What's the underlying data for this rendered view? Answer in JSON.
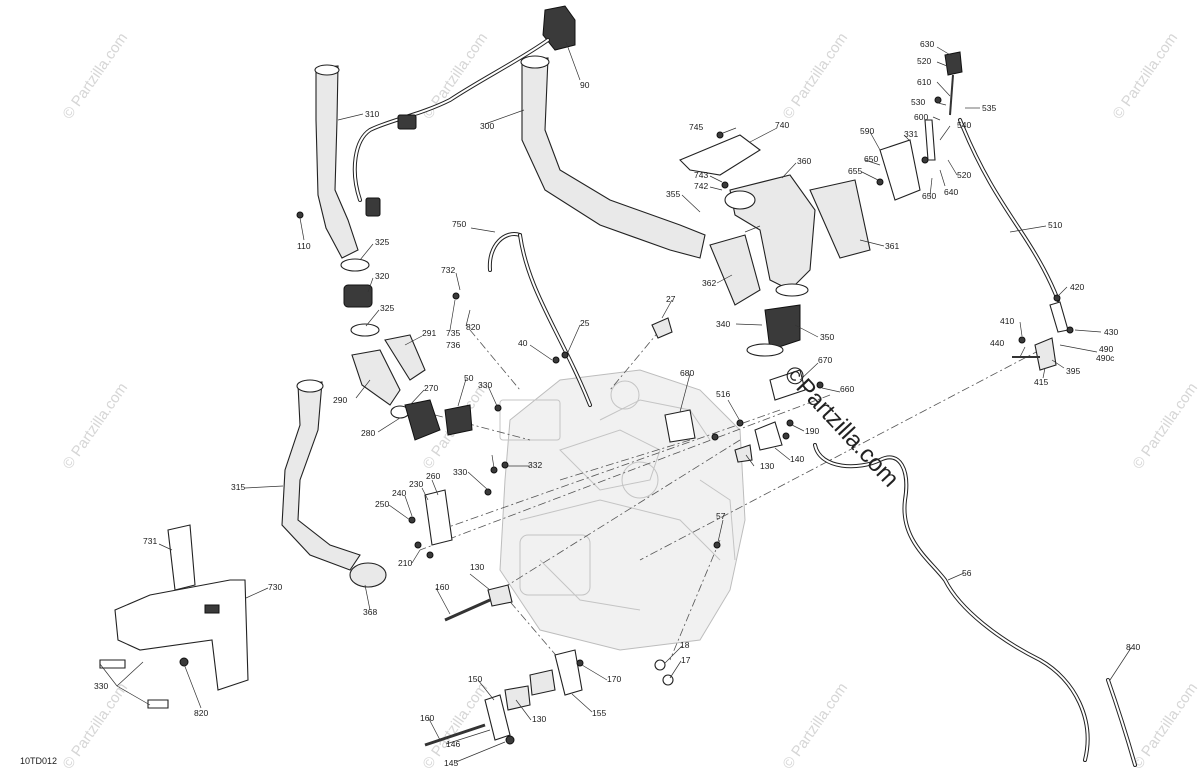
{
  "diagram_code": "10TD012",
  "watermarks": {
    "small": "© Partzilla.com",
    "main": "©Partzilla.com"
  },
  "callouts": [
    "630",
    "520",
    "610",
    "530",
    "535",
    "600",
    "540",
    "331",
    "590",
    "650",
    "655",
    "650",
    "640",
    "520",
    "745",
    "740",
    "743",
    "742",
    "360",
    "355",
    "361",
    "362",
    "90",
    "310",
    "300",
    "110",
    "325",
    "320",
    "325",
    "291",
    "290",
    "270",
    "280",
    "750",
    "732",
    "820",
    "735",
    "736",
    "27",
    "25",
    "340",
    "350",
    "40",
    "50",
    "330",
    "332",
    "330",
    "680",
    "516",
    "670",
    "660",
    "190",
    "130",
    "140",
    "57",
    "260",
    "230",
    "240",
    "250",
    "210",
    "315",
    "368",
    "731",
    "730",
    "330",
    "820",
    "160",
    "130",
    "18",
    "17",
    "170",
    "150",
    "130",
    "155",
    "160",
    "146",
    "145",
    "510",
    "420",
    "410",
    "430",
    "440",
    "490",
    "490c",
    "395",
    "415",
    "56",
    "840"
  ]
}
